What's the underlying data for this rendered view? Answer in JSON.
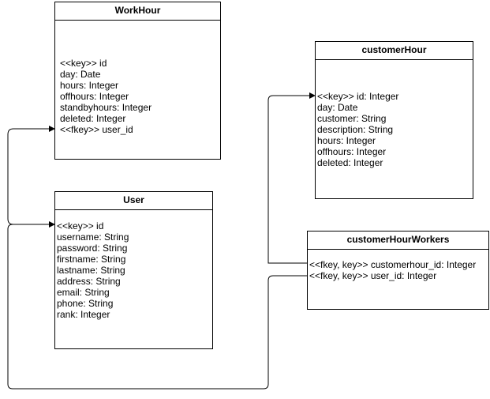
{
  "entities": {
    "workhour": {
      "title": "WorkHour",
      "fields": [
        "<<key>> id",
        "day: Date",
        "hours: Integer",
        "offhours: Integer",
        "standbyhours: Integer",
        "deleted: Integer",
        "<<fkey>> user_id"
      ]
    },
    "user": {
      "title": "User",
      "fields": [
        "<<key>> id",
        "username: String",
        "password: String",
        "firstname: String",
        "lastname: String",
        "address: String",
        "email: String",
        "phone: String",
        "rank: Integer"
      ]
    },
    "customerhour": {
      "title": "customerHour",
      "fields": [
        "<<key>> id: Integer",
        "day: Date",
        "customer: String",
        "description: String",
        "hours: Integer",
        "offhours: Integer",
        "deleted: Integer"
      ]
    },
    "customerhourworkers": {
      "title": "customerHourWorkers",
      "fields": [
        "<<fkey, key>> customerhour_id: Integer",
        "<<fkey, key>> user_id: Integer"
      ]
    }
  },
  "colors": {
    "line": "#000000",
    "box_border": "#000000",
    "background": "#ffffff"
  }
}
